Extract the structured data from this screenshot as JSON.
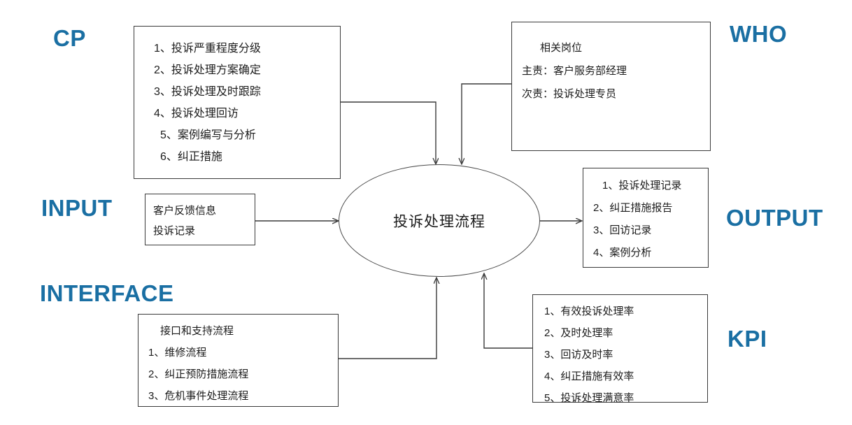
{
  "diagram": {
    "title": "投诉处理流程",
    "accent_color": "#1A6FA3",
    "line_color": "#3a3a3a",
    "background": "#ffffff"
  },
  "tags": {
    "cp": "CP",
    "who": "WHO",
    "input": "INPUT",
    "output": "OUTPUT",
    "interface": "INTERFACE",
    "kpi": "KPI"
  },
  "center": {
    "label": "投诉处理流程"
  },
  "boxes": {
    "cp": {
      "name": "CP",
      "items": [
        "1、投诉严重程度分级",
        "2、投诉处理方案确定",
        "3、投诉处理及时跟踪",
        "4、投诉处理回访",
        "5、案例编写与分析",
        "6、纠正措施"
      ]
    },
    "who": {
      "name": "WHO",
      "heading": "相关岗位",
      "items": [
        "主责：客户服务部经理",
        "次责：投诉处理专员"
      ]
    },
    "input": {
      "name": "INPUT",
      "items": [
        "客户反馈信息",
        "投诉记录"
      ]
    },
    "output": {
      "name": "OUTPUT",
      "items": [
        "1、投诉处理记录",
        "2、纠正措施报告",
        "3、回访记录",
        "4、案例分析"
      ]
    },
    "interface": {
      "name": "INTERFACE",
      "heading": "接口和支持流程",
      "items": [
        "1、维修流程",
        "2、纠正预防措施流程",
        "3、危机事件处理流程"
      ]
    },
    "kpi": {
      "name": "KPI",
      "items": [
        "1、有效投诉处理率",
        "2、及时处理率",
        "3、回访及时率",
        "4、纠正措施有效率",
        "5、投诉处理满意率"
      ]
    }
  },
  "connectors": [
    {
      "from": "cp",
      "to": "process",
      "direction": "down"
    },
    {
      "from": "who",
      "to": "process",
      "direction": "down"
    },
    {
      "from": "input",
      "to": "process",
      "direction": "right"
    },
    {
      "from": "process",
      "to": "output",
      "direction": "right"
    },
    {
      "from": "interface",
      "to": "process",
      "direction": "up"
    },
    {
      "from": "kpi",
      "to": "process",
      "direction": "up"
    }
  ]
}
